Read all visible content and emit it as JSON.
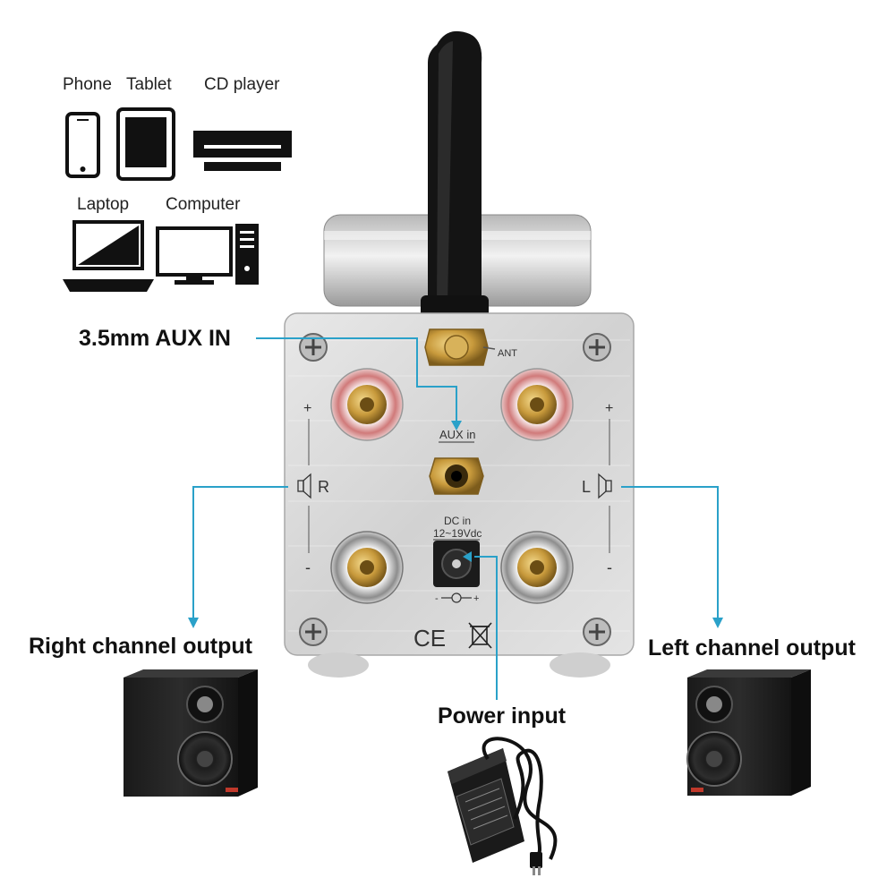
{
  "sources": {
    "phone": "Phone",
    "tablet": "Tablet",
    "cd_player": "CD player",
    "laptop": "Laptop",
    "computer": "Computer"
  },
  "callouts": {
    "aux_in": "3.5mm AUX IN",
    "right_output": "Right channel output",
    "left_output": "Left channel output",
    "power_input": "Power input"
  },
  "panel": {
    "antenna": "ANT",
    "aux_port": "AUX in",
    "dc_in": "DC in",
    "dc_range": "12~19Vdc",
    "right": "R",
    "left": "L",
    "plus": "+",
    "minus": "-",
    "ce_mark": "CE"
  },
  "colors": {
    "leader_line": "#2aa1c9",
    "icon": "#111111",
    "panel": "#d9d9d9"
  }
}
